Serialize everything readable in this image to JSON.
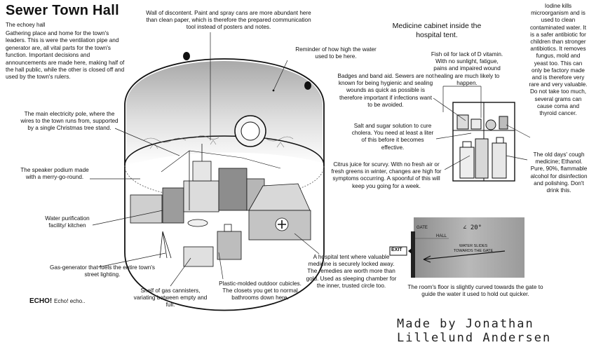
{
  "title": "Sewer Town Hall",
  "subtitle": "The echoey hall",
  "intro": "Gathering place and home for the town's leaders. This is were the ventilation pipe and generator are, all vital parts for the town's function. Important decisions and announcements are made here, making half of the hall public, while the other is closed off and used by the town's rulers.",
  "echo": {
    "main": "ECHO!",
    "rest": "Echo! echo.."
  },
  "annotations": {
    "wall": "Wall of discontent. Paint and spray cans are more abundant here than clean paper, which is therefore the prepared communication tool instead of posters and notes.",
    "water_reminder": "Reminder of how high the water used to be here.",
    "electricity_pole": "The main electricity pole, where the wires to the town runs from, supported by a single Christmas tree stand.",
    "speaker_podium": "The speaker podium made with a merry-go-round.",
    "water_purification": "Water purification facility/ kitchen",
    "gas_generator": "Gas-generator that fuels the entire town's street lighting.",
    "gas_shelf": "Shelf of gas cannisters, variating between empty and full.",
    "cubicles": "Plastic-molded outdoor cubicles. The closets you get to normal bathrooms down here.",
    "hospital_tent": "A hospital tent where valuable medicine is securely locked away. The remedies are worth more than gold. Used as sleeping chamber for the inner, trusted circle too."
  },
  "cabinet": {
    "title": "Medicine cabinet inside the hospital tent.",
    "fish_oil": "Fish oil for lack of D vitamin. With no sunlight, fatigue, pains and impaired wound healing are much likely to happen.",
    "badges": "Badges and band aid. Sewers are not known for being hygienic and sealing wounds as quick as possible is therefore important if infections want to be avoided.",
    "salt_sugar": "Salt and sugar solution to cure cholera. You need at least a liter of this before it becomes effective.",
    "citrus": "Citrus juice for scurvy. With no fresh air or fresh greens in winter, changes are high for symptoms occurring. A spoonful of this will keep you going for a week.",
    "iodine": "Iodine kills microorganism and is used to clean contaminated water. It is a safer antibiotic for children than stronger antibiotics. It removes fungus, mold and yeast too. This can only be factory made and is therefore very rare and very valuable. Do not take too much, several grams can cause coma and thyroid cancer.",
    "cough": "The old days' cough medicine; Ethanol. Pure, 90%, flammable alcohol for disinfection and polishing. Don't drink this."
  },
  "floor_diagram": {
    "gate": "GATE",
    "hall": "HALL",
    "exit": "EXIT",
    "angle": "∠ 20°",
    "arrow_text": "WATER SLIDES TOWARDS THE GATE",
    "caption": "The room's floor is slightly curved towards the gate to guide the water it used to hold out quicker."
  },
  "credit": "Made by Jonathan Lillelund Andersen"
}
